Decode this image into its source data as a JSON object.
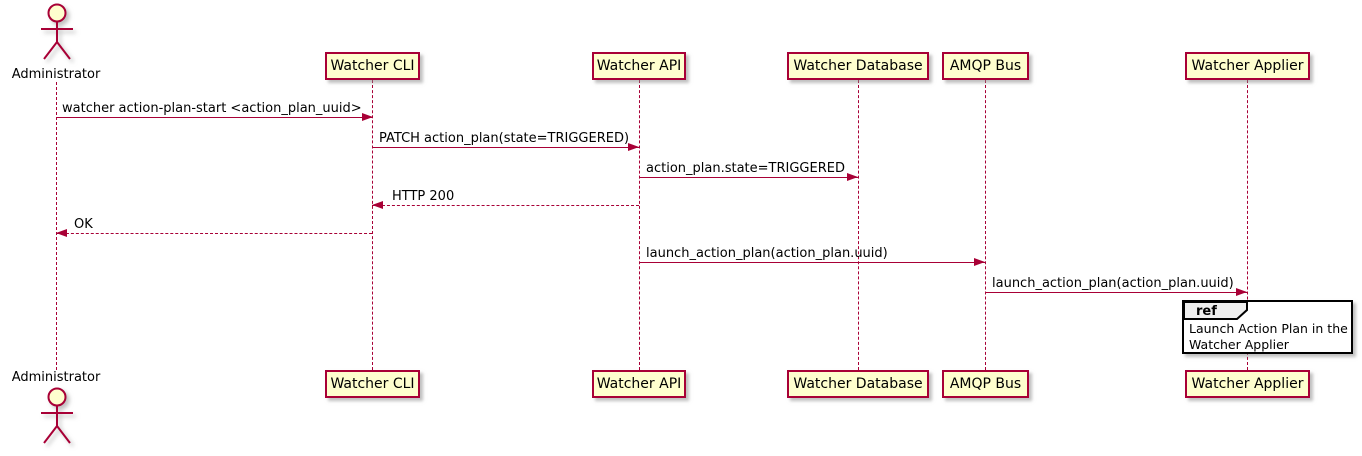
{
  "diagram_type": "sequence",
  "actor": {
    "name": "Administrator"
  },
  "participants": [
    {
      "name": "Watcher CLI"
    },
    {
      "name": "Watcher API"
    },
    {
      "name": "Watcher Database"
    },
    {
      "name": "AMQP Bus"
    },
    {
      "name": "Watcher Applier"
    }
  ],
  "messages": [
    {
      "from": "Administrator",
      "to": "Watcher CLI",
      "label": "watcher action-plan-start <action_plan_uuid>",
      "line": "solid"
    },
    {
      "from": "Watcher CLI",
      "to": "Watcher API",
      "label": "PATCH action_plan(state=TRIGGERED)",
      "line": "solid"
    },
    {
      "from": "Watcher API",
      "to": "Watcher Database",
      "label": "action_plan.state=TRIGGERED",
      "line": "solid"
    },
    {
      "from": "Watcher API",
      "to": "Watcher CLI",
      "label": "HTTP 200",
      "line": "dashed"
    },
    {
      "from": "Watcher CLI",
      "to": "Administrator",
      "label": "OK",
      "line": "dashed"
    },
    {
      "from": "Watcher API",
      "to": "AMQP Bus",
      "label": "launch_action_plan(action_plan.uuid)",
      "line": "solid"
    },
    {
      "from": "AMQP Bus",
      "to": "Watcher Applier",
      "label": "launch_action_plan(action_plan.uuid)",
      "line": "solid"
    }
  ],
  "ref": {
    "keyword": "ref",
    "over": "Watcher Applier",
    "line1": "Launch Action Plan in the",
    "line2": "Watcher Applier"
  },
  "colors": {
    "accent": "#A80036",
    "participant_fill": "#FEFECE",
    "ref_header_fill": "#EEEEEE",
    "ref_border": "#000000",
    "background": "#FFFFFF"
  }
}
